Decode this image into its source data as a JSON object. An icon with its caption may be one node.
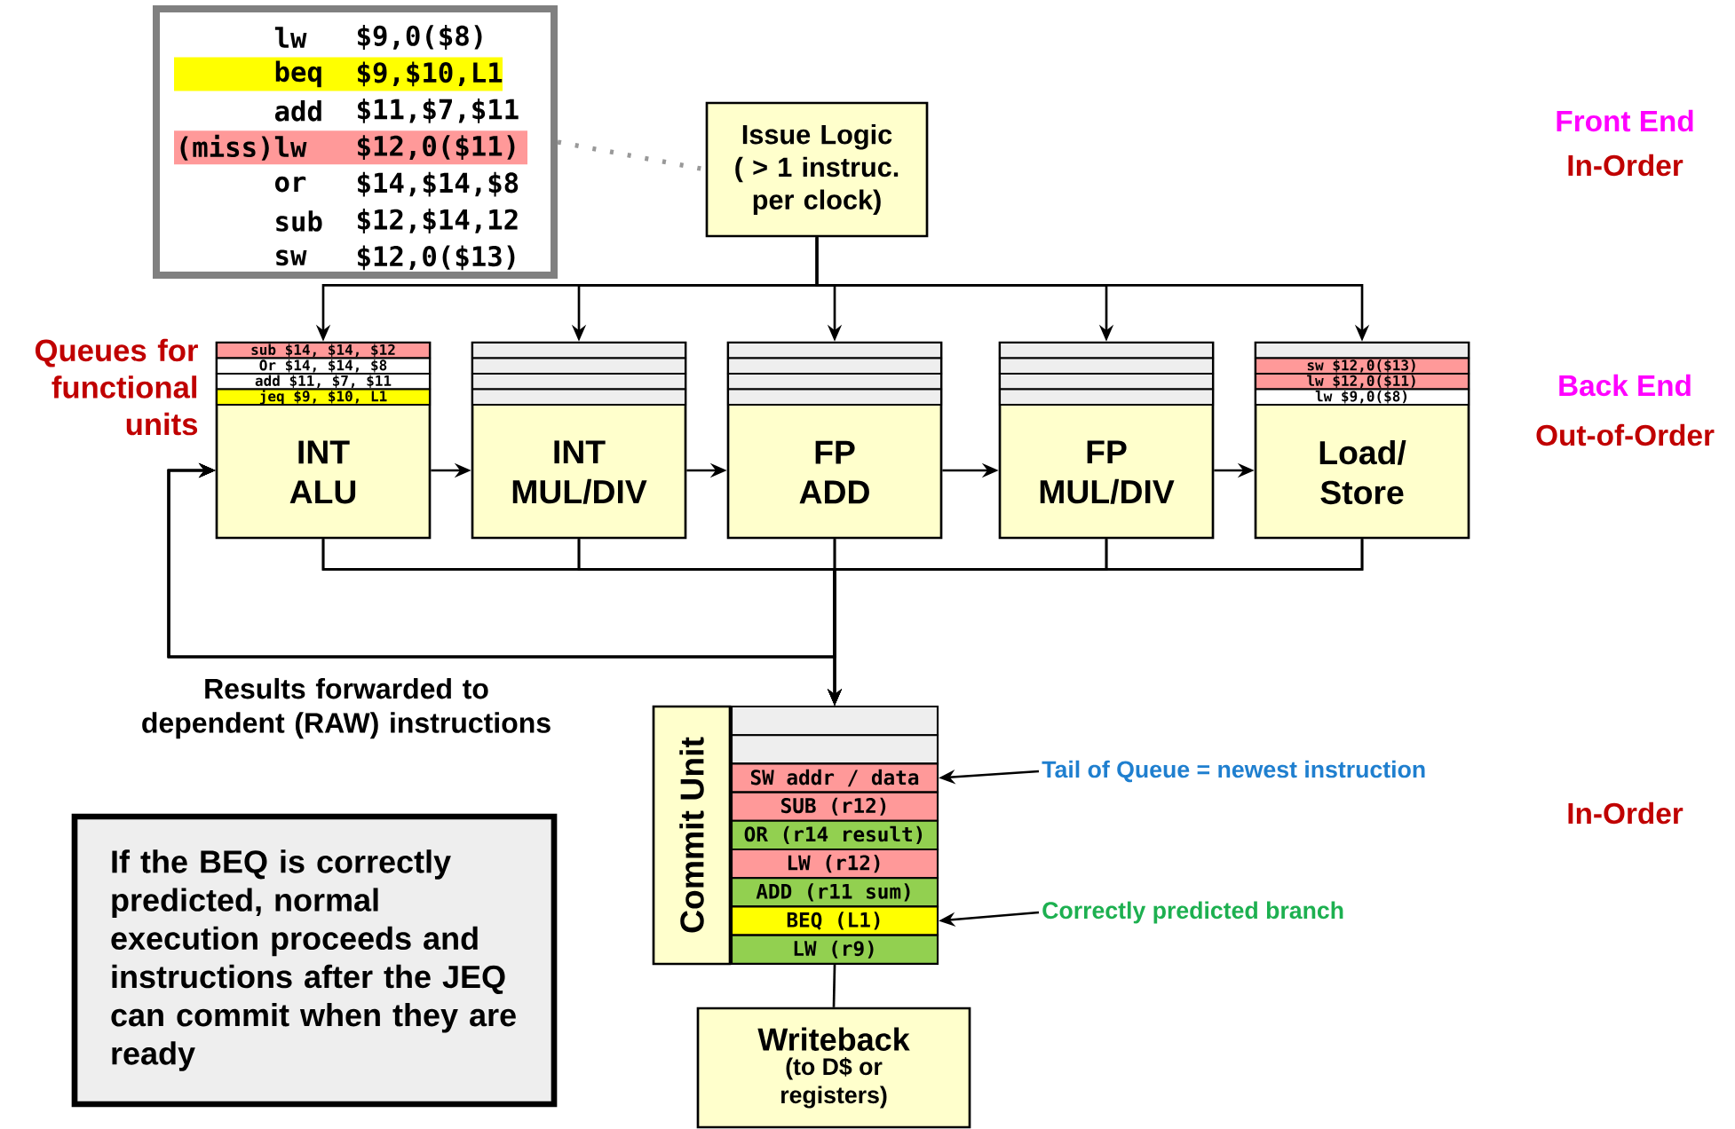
{
  "diagram": {
    "nodes": [
      {
        "text": [
          "lw",
          "$9,0($8)",
          "beq",
          "$9,$10,L1",
          "add",
          "$11,$7,$11",
          "(miss)lw",
          "$12,0($11)",
          "or",
          "$14,$14,$8",
          "sub",
          "$12,$14,12",
          "sw",
          "$12,0($13)"
        ]
      },
      {
        "text": [
          "Issue Logic ( > 1 instruc. per clock)"
        ]
      },
      {
        "text": [
          "sub $14, $14, $12",
          "Or $14, $14, $8",
          "add $11, $7, $11",
          "jeq $9, $10, L1",
          "INT ALU"
        ]
      },
      {
        "text": [
          "INT MUL/DIV"
        ]
      },
      {
        "text": [
          "FP ADD"
        ]
      },
      {
        "text": [
          "FP MUL/DIV"
        ]
      },
      {
        "text": [
          "sw $12,0($13)",
          "lw $12,0($11)",
          "lw $9,0($8)",
          "Load/ Store"
        ]
      },
      {
        "text": [
          "Commit Unit"
        ]
      },
      {
        "text": [],
        "shape": "box"
      },
      {
        "text": [],
        "shape": "box"
      },
      {
        "text": [
          "SW addr / data"
        ]
      },
      {
        "text": [
          "SUB (r12)"
        ]
      },
      {
        "text": [
          "OR (r14 result)"
        ]
      },
      {
        "text": [
          "LW (r12)"
        ]
      },
      {
        "text": [
          "ADD (r11 sum)"
        ]
      },
      {
        "text": [
          "BEQ (L1)"
        ]
      },
      {
        "text": [
          "LW (r9)"
        ]
      },
      {
        "text": [
          "Tail of Queue = newest instruction"
        ]
      },
      {
        "text": [
          "Correctly predicted branch"
        ]
      },
      {
        "text": [
          "If the BEQ is correctly predicted, normal execution proceeds and instructions after the JEQ can commit when they are ready"
        ]
      },
      {
        "text": [
          "Writeback",
          "(to D$ or registers)"
        ]
      }
    ],
    "edges": [
      {
        "from": 0,
        "to": 1,
        "arrow": "none",
        "style": "dashed",
        "color": "#999999"
      },
      {
        "from": 1,
        "to": 2,
        "arrow": "to"
      },
      {
        "from": 1,
        "to": 3,
        "arrow": "to"
      },
      {
        "from": 1,
        "to": 4,
        "arrow": "to"
      },
      {
        "from": 1,
        "to": 5,
        "arrow": "to"
      },
      {
        "from": 1,
        "to": 6,
        "arrow": "to"
      },
      {
        "from": 2,
        "to": 3,
        "arrow": "to"
      },
      {
        "from": 3,
        "to": 4,
        "arrow": "to"
      },
      {
        "from": 4,
        "to": 5,
        "arrow": "to"
      },
      {
        "from": 5,
        "to": 6,
        "arrow": "to"
      },
      {
        "from": 2,
        "to": 8,
        "arrow": "to"
      },
      {
        "from": 3,
        "to": 8,
        "arrow": "to"
      },
      {
        "from": 4,
        "to": 8,
        "arrow": "to"
      },
      {
        "from": 5,
        "to": 8,
        "arrow": "to"
      },
      {
        "from": 6,
        "to": 8,
        "arrow": "to"
      },
      {
        "from": 2,
        "to": 2,
        "arrow": "to"
      },
      {
        "from": 3,
        "to": 2,
        "arrow": "to"
      },
      {
        "from": 4,
        "to": 2,
        "arrow": "to"
      },
      {
        "from": 5,
        "to": 2,
        "arrow": "to"
      },
      {
        "from": 6,
        "to": 2,
        "arrow": "to"
      },
      {
        "from": 17,
        "to": 10,
        "arrow": "to"
      },
      {
        "from": 18,
        "to": 15,
        "arrow": "to"
      },
      {
        "from": 16,
        "to": 20,
        "arrow": "none"
      }
    ],
    "labels": [
      "Front End",
      "In-Order",
      "Queues for functional units",
      "Back End",
      "Out-of-Order",
      "Results forwarded to dependent (RAW) instructions",
      "In-Order"
    ]
  }
}
